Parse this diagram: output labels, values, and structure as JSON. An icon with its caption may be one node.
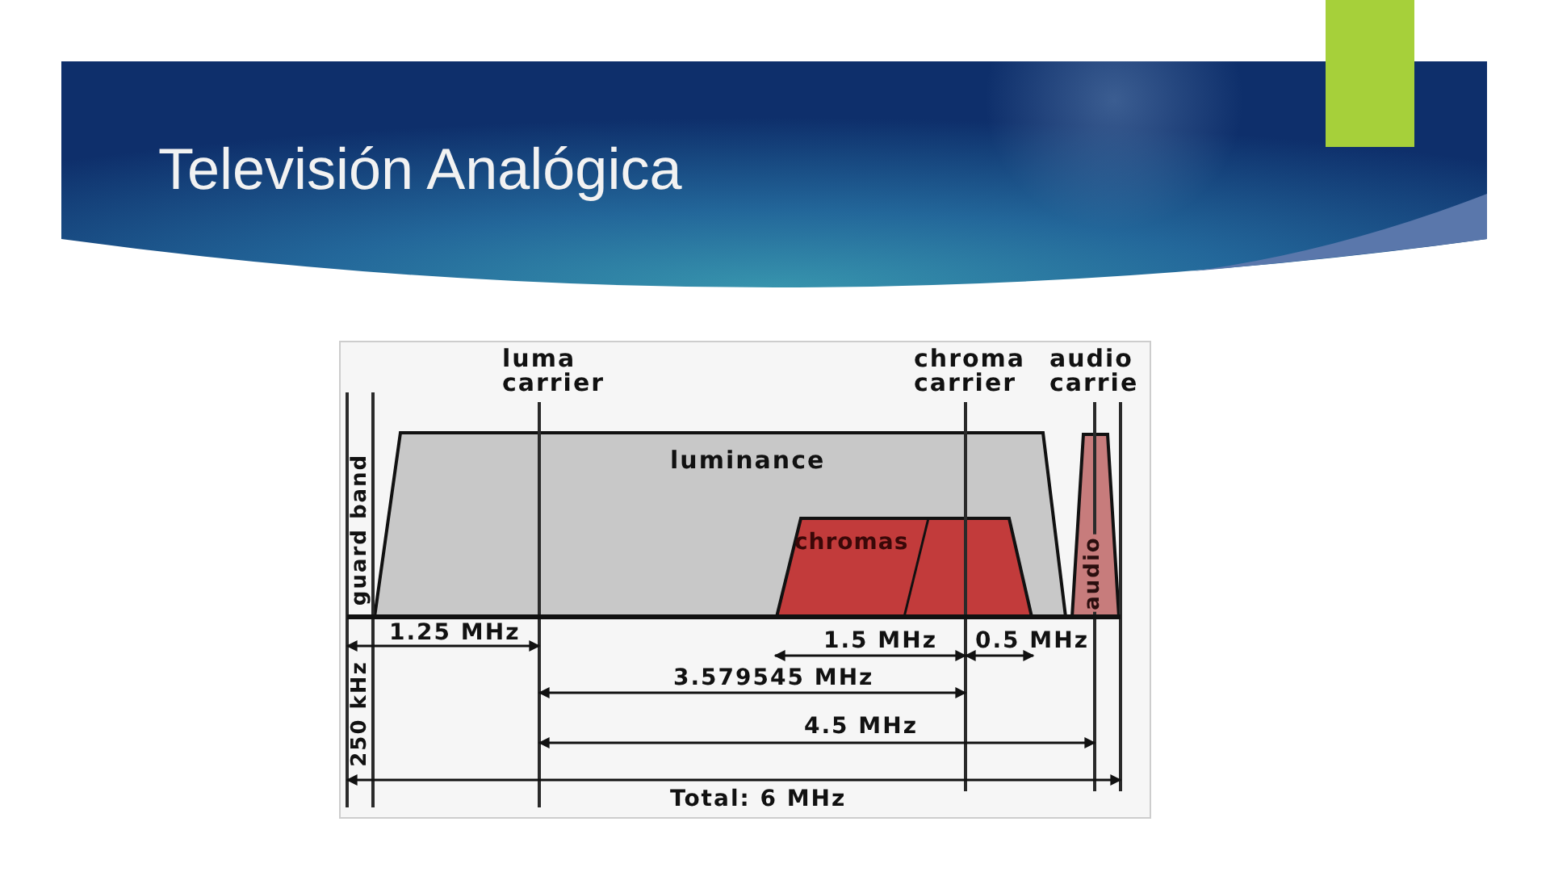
{
  "diagram": {
    "title": "Televisión Analógica",
    "nodes": [
      {
        "text": [
          "luminance"
        ]
      },
      {
        "text": [
          "chromas"
        ],
        "in": 0
      },
      {
        "text": [
          "audio"
        ]
      }
    ],
    "labels": [
      "luma carrier",
      "chroma carrier",
      "audio carrie",
      "guard band",
      "1.25 MHz",
      "1.5 MHz",
      "0.5 MHz",
      "250 kHz",
      "3.579545 MHz",
      "4.5 MHz",
      "Total: 6 MHz"
    ]
  }
}
